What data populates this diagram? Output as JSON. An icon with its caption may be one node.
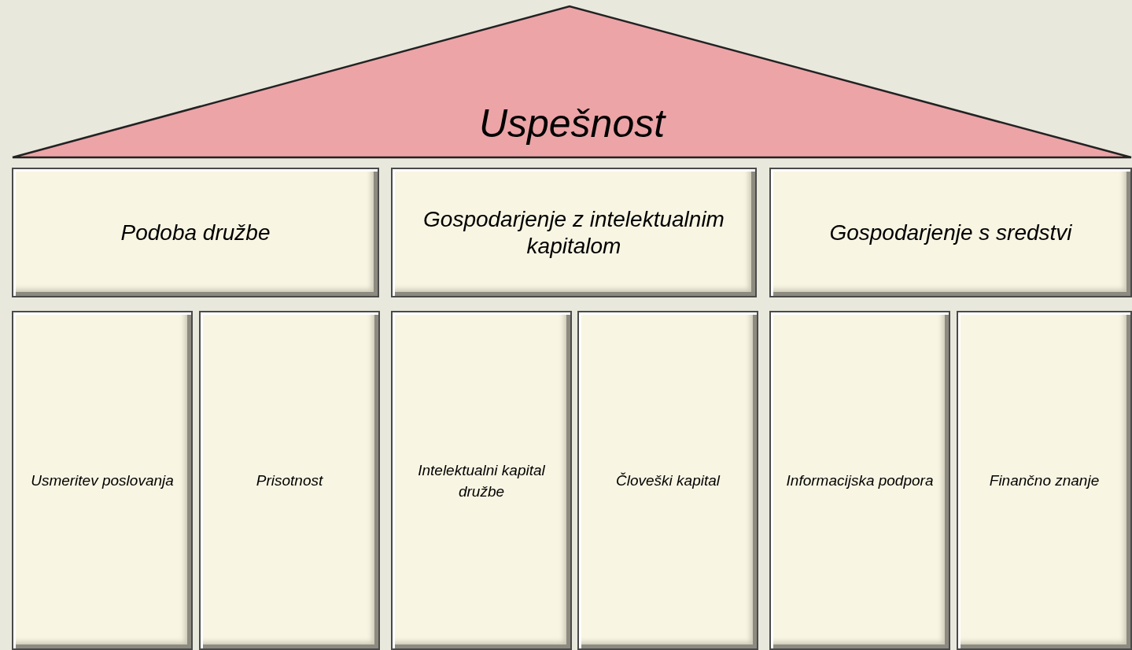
{
  "diagram": {
    "nodes": [
      {
        "text": [
          "Uspešnost"
        ]
      },
      {
        "text": [
          "Podoba družbe"
        ]
      },
      {
        "text": [
          "Gospodarjenje z intelektualnim kapitalom"
        ]
      },
      {
        "text": [
          "Gospodarjenje s sredstvi"
        ]
      },
      {
        "text": [
          "Usmeritev poslovanja"
        ]
      },
      {
        "text": [
          "Prisotnost"
        ]
      },
      {
        "text": [
          "Intelektualni kapital družbe"
        ]
      },
      {
        "text": [
          "Človeški kapital"
        ]
      },
      {
        "text": [
          "Informacijska podpora"
        ]
      },
      {
        "text": [
          "Finančno znanje"
        ]
      }
    ]
  }
}
